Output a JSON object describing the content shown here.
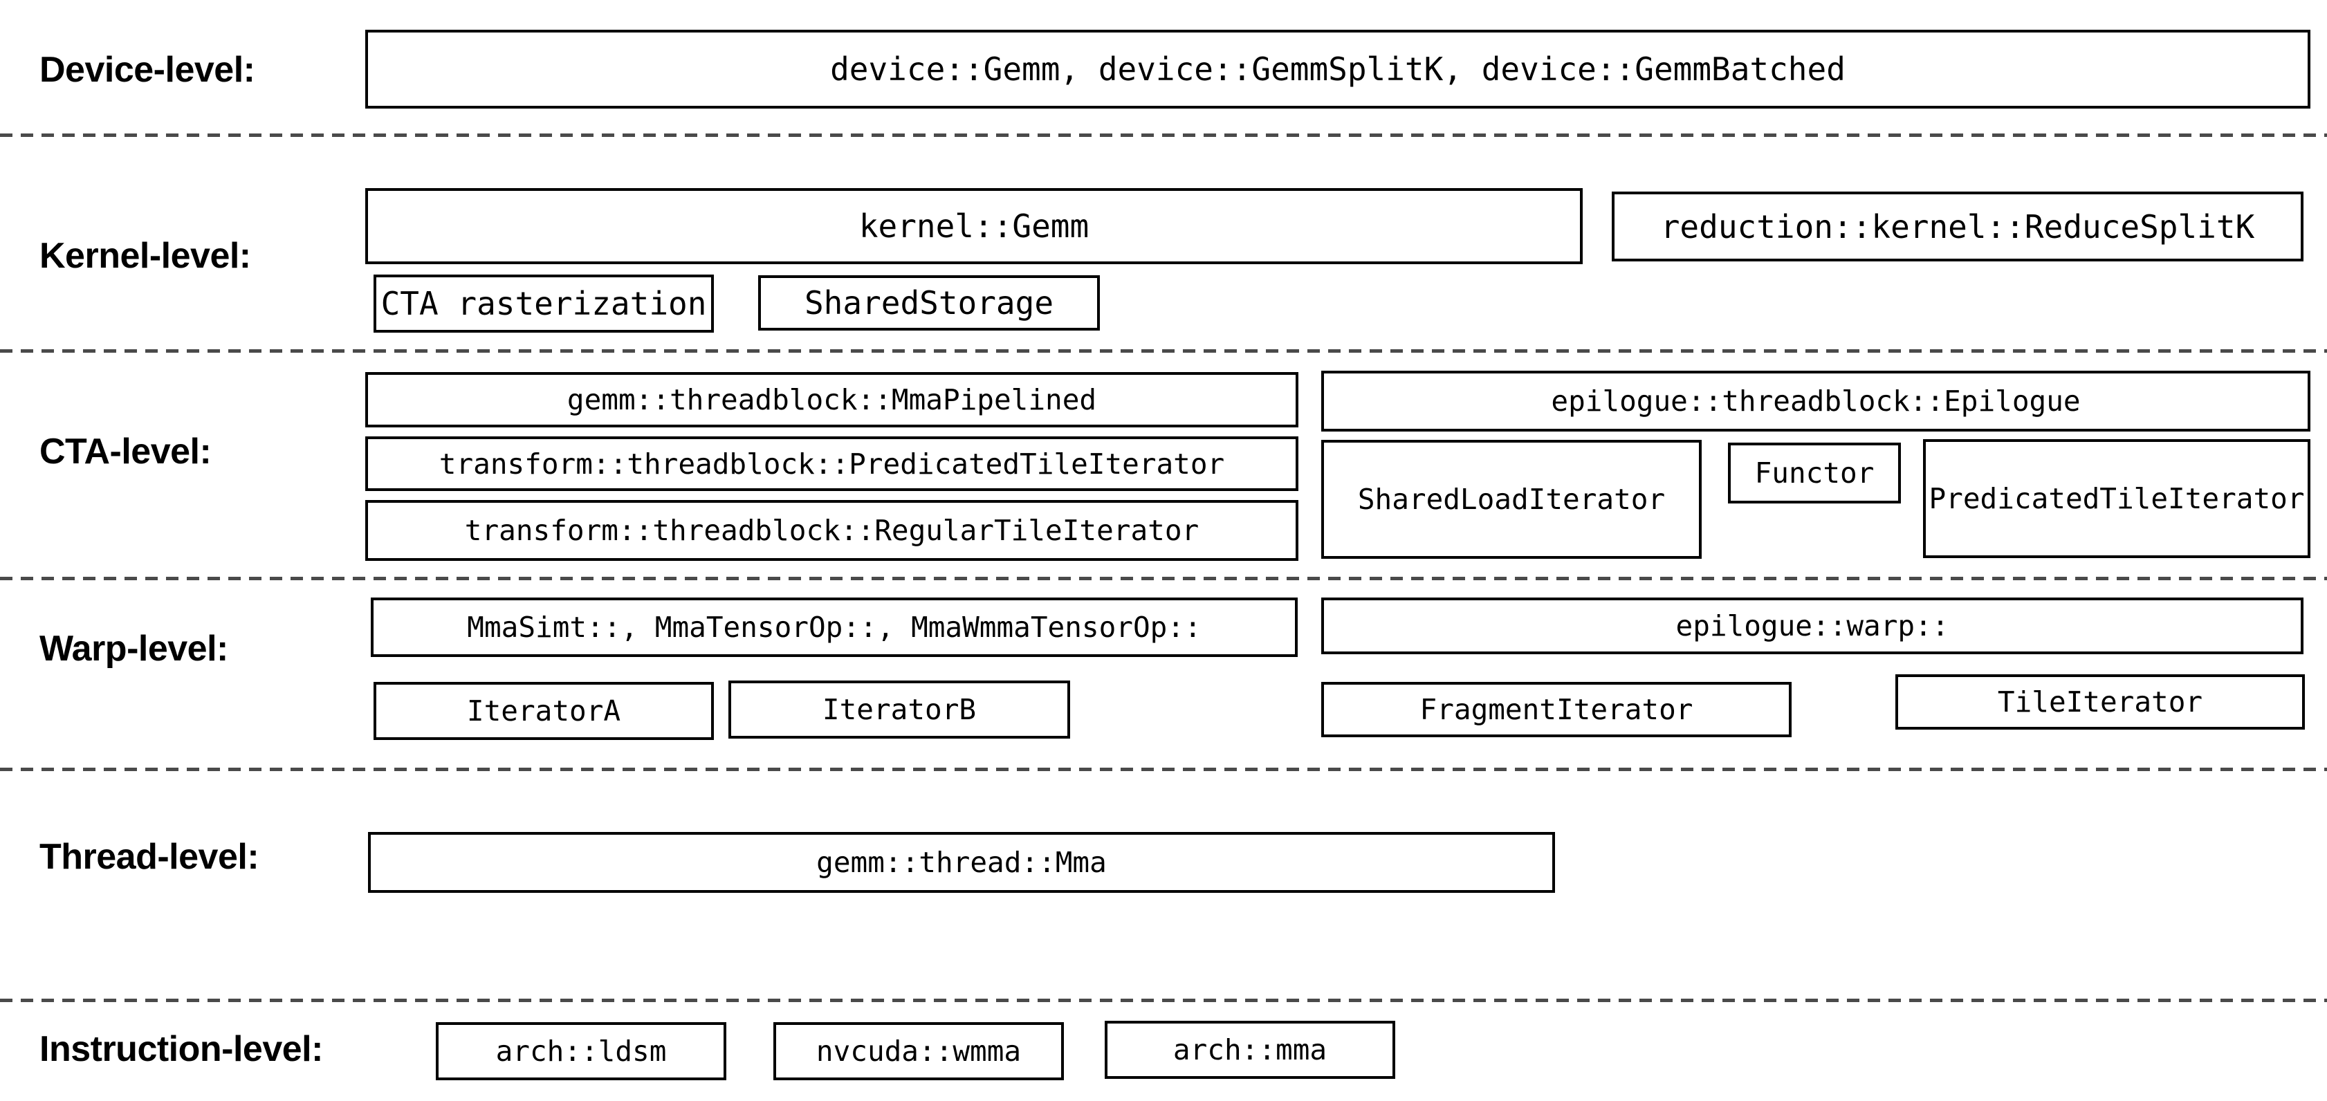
{
  "colors": {
    "background": "#ffffff",
    "box_border": "#000000",
    "text": "#000000",
    "separator": "#4a4a4a"
  },
  "levels": [
    {
      "label": "Device-level:",
      "boxes": [
        {
          "text": "device::Gemm, device::GemmSplitK, device::GemmBatched"
        }
      ]
    },
    {
      "label": "Kernel-level:",
      "boxes": [
        {
          "text": "kernel::Gemm"
        },
        {
          "text": "reduction::kernel::ReduceSplitK"
        },
        {
          "text": "CTA rasterization"
        },
        {
          "text": "SharedStorage"
        }
      ]
    },
    {
      "label": "CTA-level:",
      "boxes": [
        {
          "text": "gemm::threadblock::MmaPipelined"
        },
        {
          "text": "epilogue::threadblock::Epilogue"
        },
        {
          "text": "transform::threadblock::PredicatedTileIterator"
        },
        {
          "text": "transform::threadblock::RegularTileIterator"
        },
        {
          "text": "SharedLoadIterator"
        },
        {
          "text": "Functor"
        },
        {
          "text": "PredicatedTileIterator"
        }
      ]
    },
    {
      "label": "Warp-level:",
      "boxes": [
        {
          "text": "MmaSimt::, MmaTensorOp::, MmaWmmaTensorOp::"
        },
        {
          "text": "epilogue::warp::"
        },
        {
          "text": "IteratorA"
        },
        {
          "text": "IteratorB"
        },
        {
          "text": "FragmentIterator"
        },
        {
          "text": "TileIterator"
        }
      ]
    },
    {
      "label": "Thread-level:",
      "boxes": [
        {
          "text": "gemm::thread::Mma"
        }
      ]
    },
    {
      "label": "Instruction-level:",
      "boxes": [
        {
          "text": "arch::ldsm"
        },
        {
          "text": "nvcuda::wmma"
        },
        {
          "text": "arch::mma"
        }
      ]
    }
  ]
}
